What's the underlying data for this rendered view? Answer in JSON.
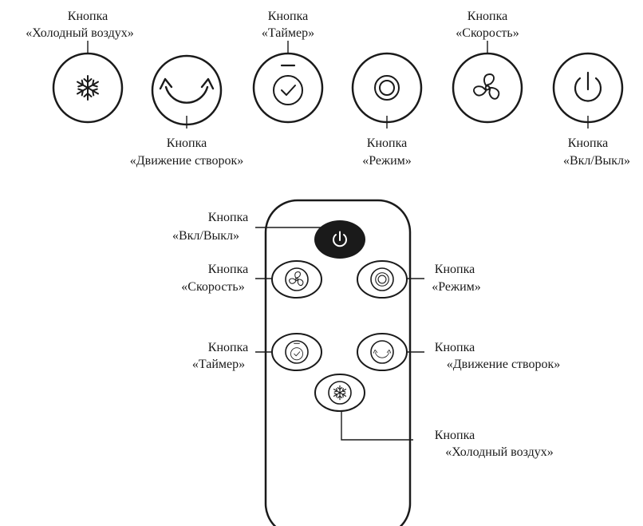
{
  "top_row": {
    "cold_air": {
      "line1": "Кнопка",
      "line2": "«Холодный воздух»",
      "icon": "snowflake"
    },
    "louver": {
      "line1": "Кнопка",
      "line2": "«Движение створок»",
      "icon": "swing-arc"
    },
    "timer": {
      "line1": "Кнопка",
      "line2": "«Таймер»",
      "icon": "timer"
    },
    "mode": {
      "line1": "Кнопка",
      "line2": "«Режим»",
      "icon": "concentric-circles"
    },
    "speed": {
      "line1": "Кнопка",
      "line2": "«Скорость»",
      "icon": "fan"
    },
    "power": {
      "line1": "Кнопка",
      "line2": "«Вкл/Выкл»",
      "icon": "power"
    }
  },
  "remote": {
    "power": {
      "line1": "Кнопка",
      "line2": "«Вкл/Выкл»"
    },
    "speed": {
      "line1": "Кнопка",
      "line2": "«Скорость»"
    },
    "mode": {
      "line1": "Кнопка",
      "line2": "«Режим»"
    },
    "timer": {
      "line1": "Кнопка",
      "line2": "«Таймер»"
    },
    "louver": {
      "line1": "Кнопка",
      "line2": "«Движение створок»"
    },
    "cold_air": {
      "line1": "Кнопка",
      "line2": "«Холодный воздух»"
    }
  },
  "colors": {
    "ink": "#1a1a1a",
    "power_button_fill": "#1a1a1a",
    "background": "#ffffff"
  }
}
